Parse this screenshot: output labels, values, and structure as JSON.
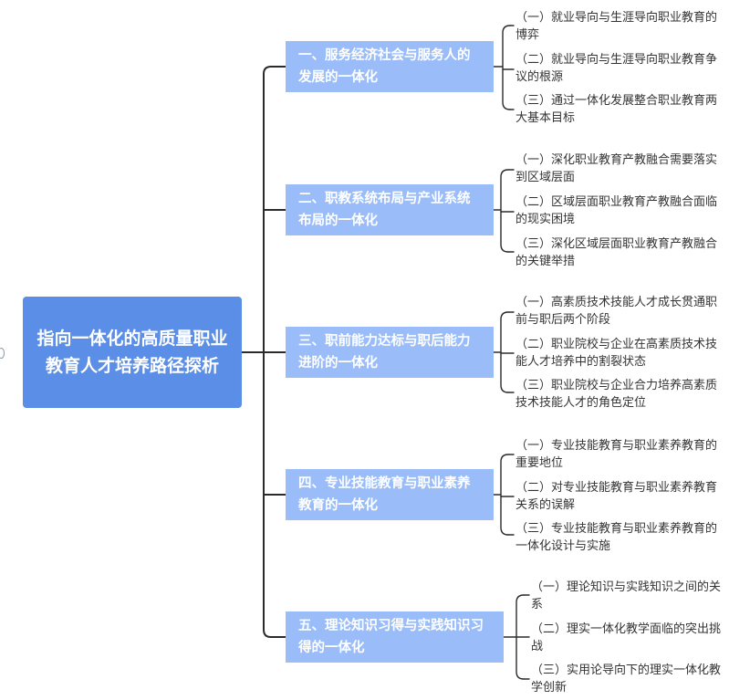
{
  "root": {
    "title": "指向一体化的高质量职业教育人才培养路径探析"
  },
  "branches": [
    {
      "title": "一、服务经济社会与服务人的发展的一体化",
      "children": [
        "（一）就业导向与生涯导向职业教育的博弈",
        "（二）就业导向与生涯导向职业教育争议的根源",
        "（三）通过一体化发展整合职业教育两大基本目标"
      ]
    },
    {
      "title": "二、职教系统布局与产业系统布局的一体化",
      "children": [
        "（一）深化职业教育产教融合需要落实到区域层面",
        "（二）区域层面职业教育产教融合面临的现实困境",
        "（三）深化区域层面职业教育产教融合的关键举措"
      ]
    },
    {
      "title": "三、职前能力达标与职后能力进阶的一体化",
      "children": [
        "（一）高素质技术技能人才成长贯通职前与职后两个阶段",
        "（二）职业院校与企业在高素质技术技能人才培养中的割裂状态",
        "（三）职业院校与企业合力培养高素质技术技能人才的角色定位"
      ]
    },
    {
      "title": "四、专业技能教育与职业素养教育的一体化",
      "children": [
        "（一）专业技能教育与职业素养教育的重要地位",
        "（二）对专业技能教育与职业素养教育关系的误解",
        "（三）专业技能教育与职业素养教育的一体化设计与实施"
      ]
    },
    {
      "title": "五、理论知识习得与实践知识习得的一体化",
      "children": [
        "（一）理论知识与实践知识之间的关系",
        "（二）理实一体化教学面临的突出挑战",
        "（三）实用论导向下的理实一体化教学创新"
      ]
    }
  ]
}
